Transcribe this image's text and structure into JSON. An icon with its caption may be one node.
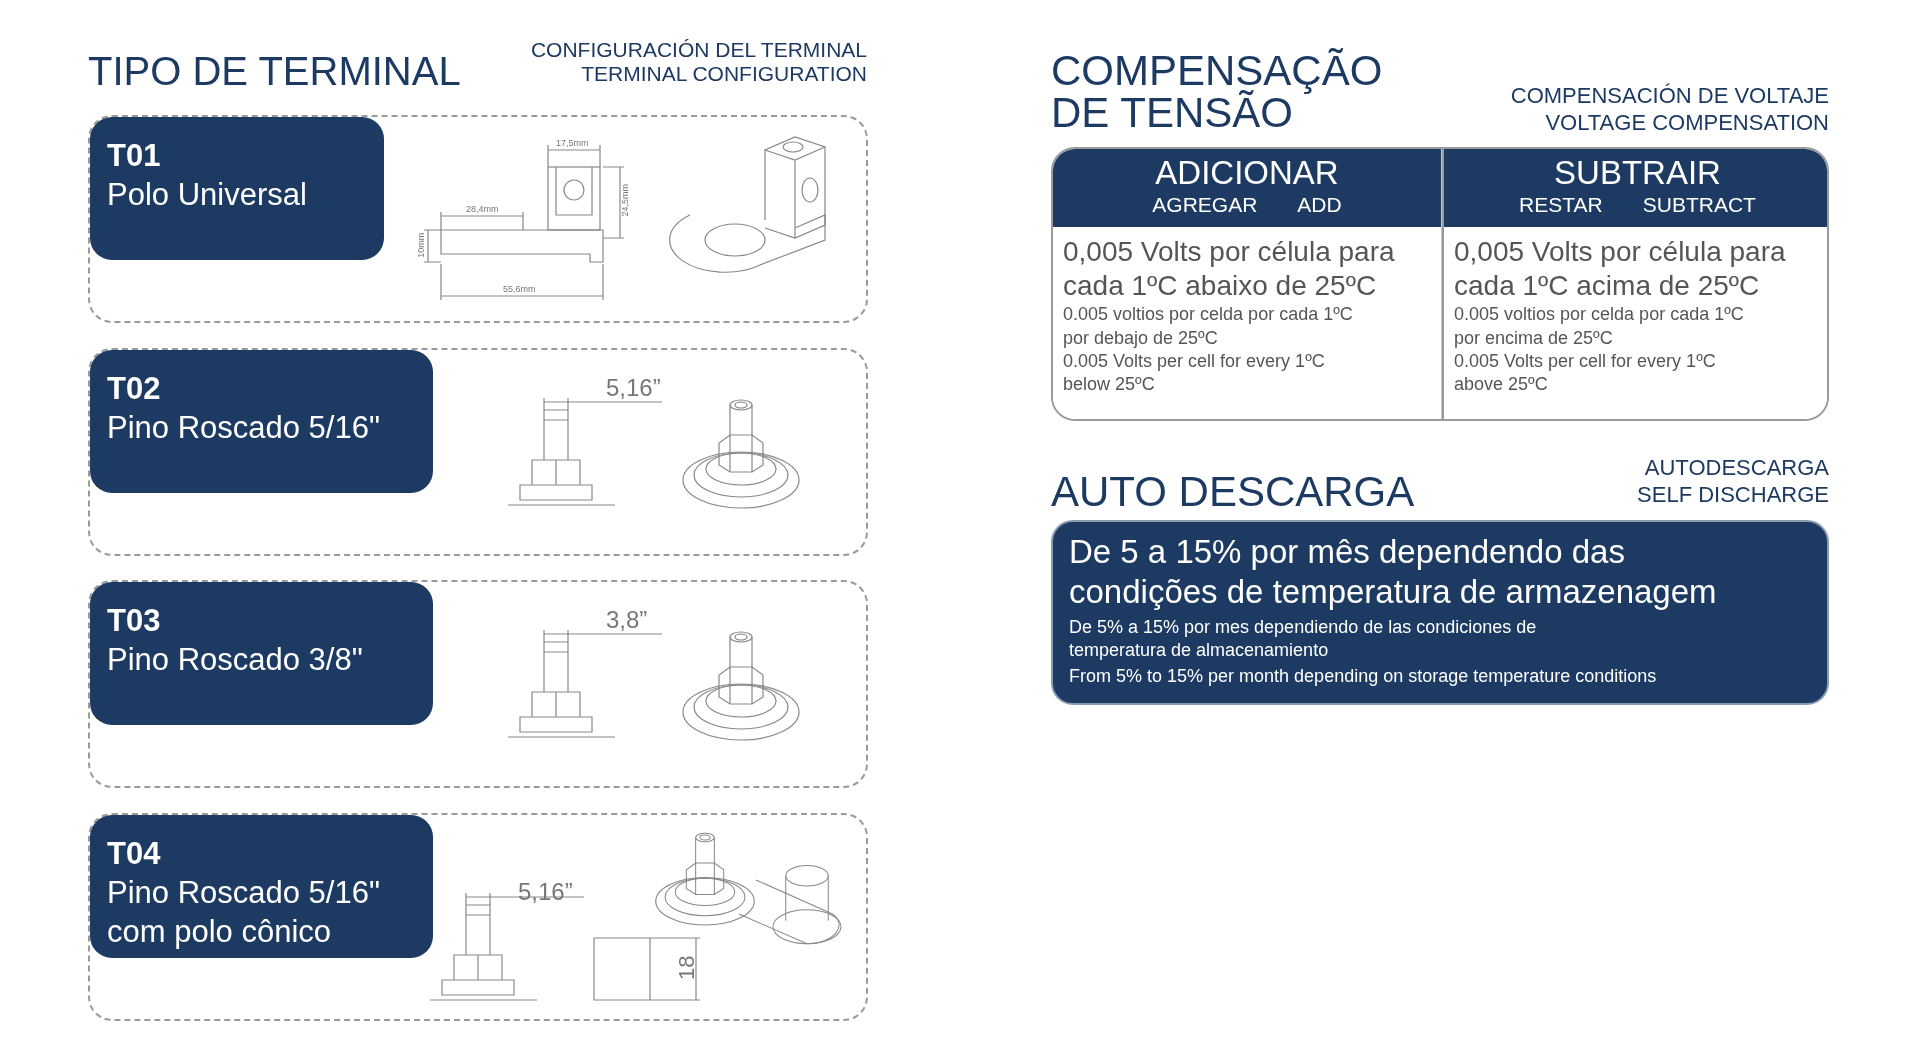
{
  "diagram": {
    "nodes": [
      {
        "text": [],
        "shape": "box"
      },
      {
        "text": [
          "T01",
          "Polo Universal"
        ],
        "in": 0
      },
      {
        "text": [],
        "shape": "box"
      },
      {
        "text": [
          "T02",
          "Pino Roscado 5/16\""
        ],
        "in": 2
      },
      {
        "text": [],
        "shape": "box"
      },
      {
        "text": [
          "T03",
          "Pino Roscado 3/8\""
        ],
        "in": 4
      },
      {
        "text": [],
        "shape": "box"
      },
      {
        "text": [
          "T04",
          "Pino Roscado 5/16\" com polo cônico"
        ],
        "in": 6
      },
      {
        "text": [],
        "shape": "box"
      },
      {
        "text": [
          "ADICIONAR",
          "AGREGAR",
          "ADD",
          "0,005 Volts por célula para cada 1ºC abaixo de 25ºC",
          "0.005 voltios por celda por cada 1ºC por debajo de 25ºC",
          "0.005 Volts per cell for every 1ºC below 25ºC"
        ],
        "in": 8
      },
      {
        "text": [
          "SUBTRAIR",
          "RESTAR",
          "SUBTRACT",
          "0,005 Volts por célula para cada 1ºC acima de 25ºC",
          "0.005 voltios por celda por cada 1ºC por encima de 25ºC",
          "0.005 Volts per cell for every 1ºC above 25ºC"
        ],
        "in": 8
      },
      {
        "text": [
          "De 5 a 15% por mês dependendo das condições de temperatura de armazenagem",
          "De 5% a 15% por mes dependiendo de las condiciones de temperatura de almacenamiento",
          "From 5% to 15% per month depending on storage temperature conditions"
        ]
      }
    ],
    "labels": [
      "TIPO DE TERMINAL",
      "CONFIGURACIÓN DEL TERMINAL",
      "TERMINAL CONFIGURATION",
      "17,5mm",
      "24,5mm",
      "28,4mm",
      "10mm",
      "55,6mm",
      "5,16”",
      "3,8”",
      "5,16”",
      "18",
      "COMPENSAÇÃO DE TENSÃO",
      "COMPENSACIÓN DE VOLTAJE",
      "VOLTAGE COMPENSATION",
      "AUTO DESCARGA",
      "AUTODESCARGA",
      "SELF DISCHARGE"
    ]
  }
}
